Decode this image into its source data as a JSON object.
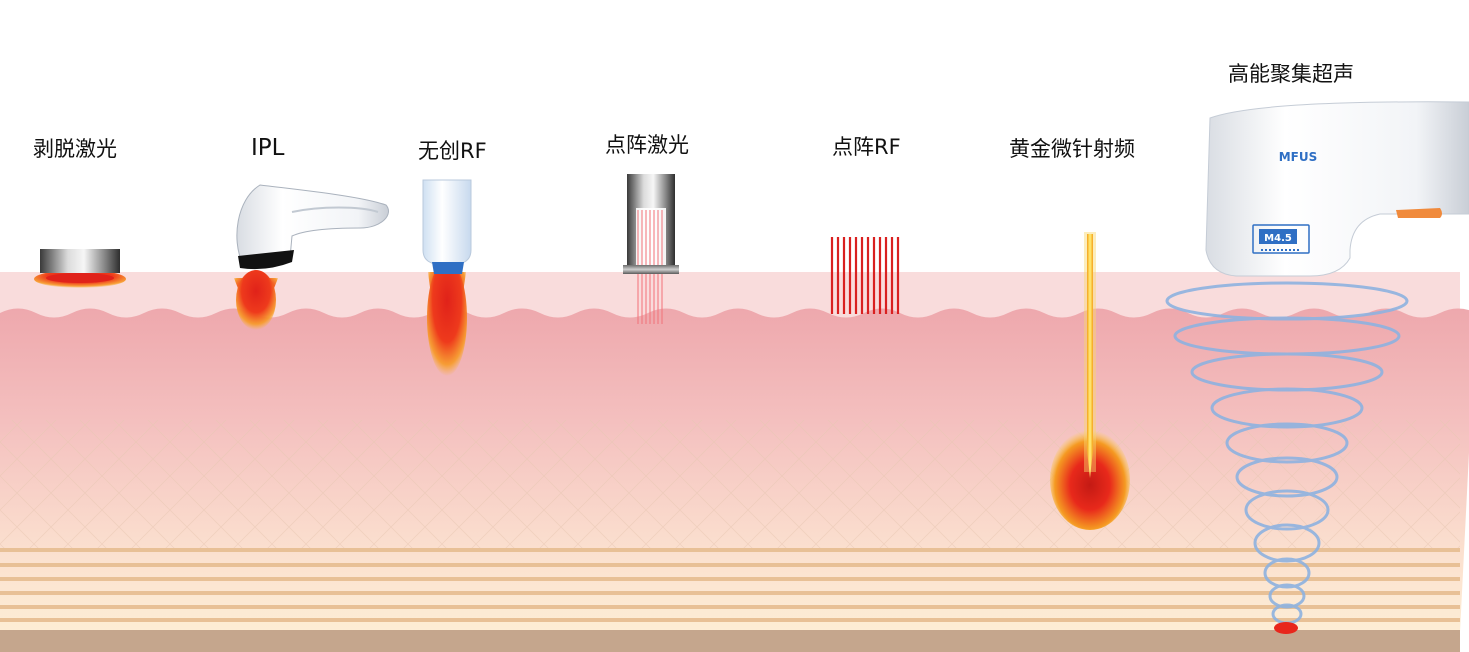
{
  "labels": {
    "ablative_laser": "剥脱激光",
    "ipl": "IPL",
    "noninvasive_rf": "无创RF",
    "fractional_laser": "点阵激光",
    "fractional_rf": "点阵RF",
    "gold_microneedle_rf": "黄金微针射频",
    "hifu": "高能聚集超声"
  },
  "device_text": {
    "brand": "MFUS",
    "cartridge": "M4.5"
  },
  "colors": {
    "epidermis": "#f9dcdc",
    "dermis_top": "#f0aeb2",
    "dermis_bottom": "#fcebd2",
    "fat_stripe": "#e8c096",
    "bottom_band": "#c5a68d",
    "heat_red": "#e8261c",
    "heat_orange": "#f5a020",
    "needle_yellow": "#f7c520",
    "ultrasound_ring": "#8eb2e0"
  },
  "icons": [
    "laser-head-icon",
    "ipl-handpiece-icon",
    "rf-handpiece-icon",
    "fractional-laser-tip-icon",
    "rf-pin-array-icon",
    "microneedle-icon",
    "hifu-handpiece-icon"
  ]
}
